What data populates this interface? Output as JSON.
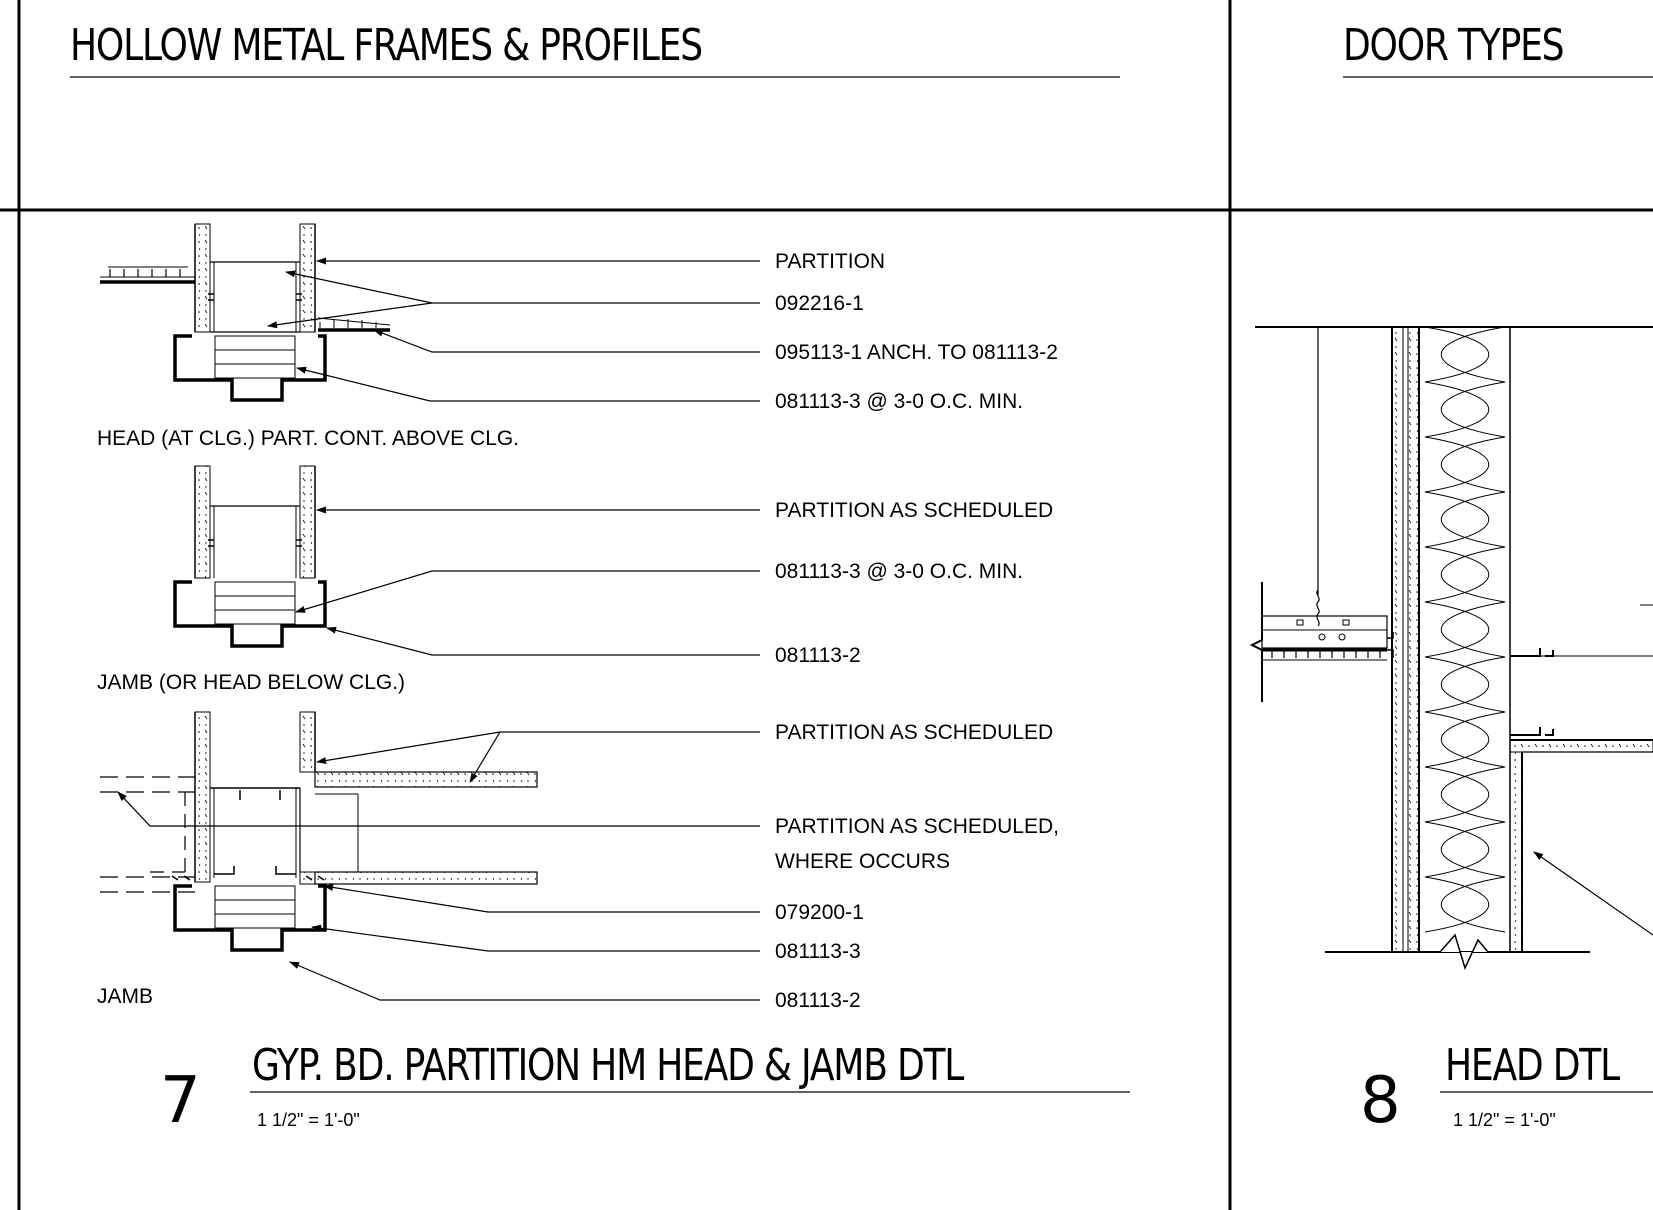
{
  "sheet": {
    "left_header": "HOLLOW METAL FRAMES & PROFILES",
    "right_header": "DOOR TYPES"
  },
  "detail7": {
    "number": "7",
    "title": "GYP. BD. PARTITION HM HEAD & JAMB DTL",
    "scale": "1 1/2\" = 1'-0\"",
    "head_section": {
      "caption": "HEAD (AT CLG.) PART. CONT. ABOVE CLG.",
      "callouts": [
        "PARTITION",
        "092216-1",
        "095113-1 ANCH. TO 081113-2",
        "081113-3 @ 3-0 O.C. MIN."
      ]
    },
    "jamb1_section": {
      "caption": "JAMB (OR HEAD BELOW CLG.)",
      "callouts": [
        "PARTITION AS SCHEDULED",
        "081113-3 @ 3-0 O.C. MIN.",
        "081113-2"
      ]
    },
    "jamb2_section": {
      "caption": "JAMB",
      "callouts": [
        "PARTITION AS SCHEDULED",
        "PARTITION AS SCHEDULED,",
        "WHERE OCCURS",
        "079200-1",
        "081113-3",
        "081113-2"
      ]
    }
  },
  "detail8": {
    "number": "8",
    "title": "HEAD DTL",
    "scale": "1 1/2\" = 1'-0\""
  }
}
